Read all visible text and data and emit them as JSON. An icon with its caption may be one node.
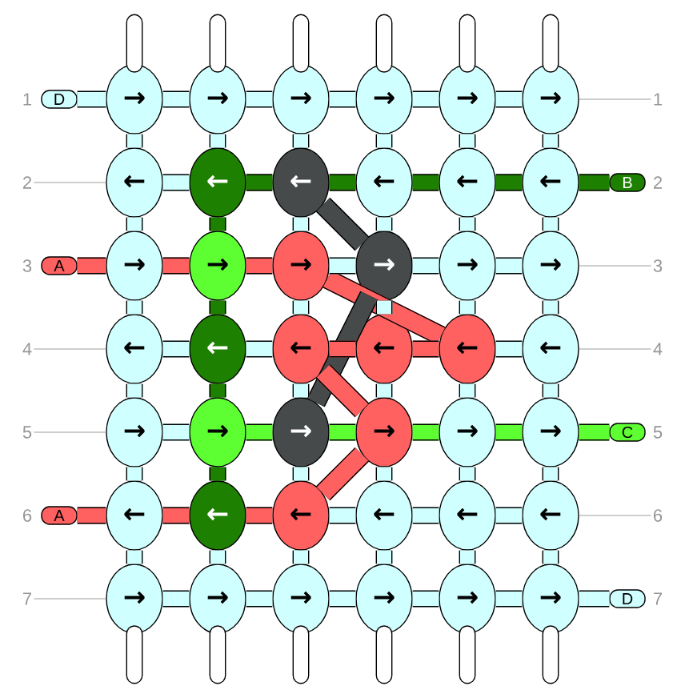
{
  "diagram": {
    "nodes": [
      {
        "text": [
          "D"
        ],
        "beside": [
          "1"
        ]
      },
      {
        "text": [
          "→"
        ]
      },
      {
        "text": [
          "→"
        ]
      },
      {
        "text": [
          "→"
        ]
      },
      {
        "text": [
          "→"
        ]
      },
      {
        "text": [
          "→"
        ]
      },
      {
        "text": [
          "→"
        ]
      },
      {
        "text": [
          "←"
        ]
      },
      {
        "text": [
          "←"
        ]
      },
      {
        "text": [
          "←"
        ]
      },
      {
        "text": [
          "←"
        ]
      },
      {
        "text": [
          "←"
        ]
      },
      {
        "text": [
          "←"
        ]
      },
      {
        "text": [
          "B"
        ],
        "beside": [
          "2"
        ]
      },
      {
        "text": [
          "A"
        ],
        "beside": [
          "3"
        ]
      },
      {
        "text": [
          "→"
        ]
      },
      {
        "text": [
          "→"
        ]
      },
      {
        "text": [
          "→"
        ]
      },
      {
        "text": [
          "→"
        ]
      },
      {
        "text": [
          "→"
        ]
      },
      {
        "text": [
          "→"
        ]
      },
      {
        "text": [
          "←"
        ]
      },
      {
        "text": [
          "←"
        ]
      },
      {
        "text": [
          "←"
        ]
      },
      {
        "text": [
          "←"
        ]
      },
      {
        "text": [
          "←"
        ]
      },
      {
        "text": [
          "←"
        ]
      },
      {
        "text": [
          "→"
        ]
      },
      {
        "text": [
          "→"
        ]
      },
      {
        "text": [
          "→"
        ]
      },
      {
        "text": [
          "→"
        ]
      },
      {
        "text": [
          "→"
        ]
      },
      {
        "text": [
          "→"
        ]
      },
      {
        "text": [
          "C"
        ],
        "beside": [
          "5"
        ]
      },
      {
        "text": [
          "A"
        ],
        "beside": [
          "6"
        ]
      },
      {
        "text": [
          "←"
        ]
      },
      {
        "text": [
          "←"
        ]
      },
      {
        "text": [
          "←"
        ]
      },
      {
        "text": [
          "←"
        ]
      },
      {
        "text": [
          "←"
        ]
      },
      {
        "text": [
          "←"
        ]
      },
      {
        "text": [
          "→"
        ]
      },
      {
        "text": [
          "→"
        ]
      },
      {
        "text": [
          "→"
        ]
      },
      {
        "text": [
          "→"
        ]
      },
      {
        "text": [
          "→"
        ]
      },
      {
        "text": [
          "→"
        ]
      },
      {
        "text": [
          "D"
        ],
        "beside": [
          "7"
        ]
      },
      {
        "text": [
          "1"
        ]
      },
      {
        "text": [
          "2"
        ]
      },
      {
        "text": [
          "3"
        ]
      },
      {
        "text": [
          "4"
        ]
      },
      {
        "text": [
          "4"
        ]
      },
      {
        "text": [
          "5"
        ]
      },
      {
        "text": [
          "6"
        ]
      },
      {
        "text": [
          "7"
        ]
      }
    ],
    "edges": [
      {
        "from": null,
        "to": 1,
        "arrow": "none",
        "color": "#ffffff"
      },
      {
        "from": null,
        "to": 2,
        "arrow": "none",
        "color": "#ffffff"
      },
      {
        "from": null,
        "to": 3,
        "arrow": "none",
        "color": "#ffffff"
      },
      {
        "from": null,
        "to": 4,
        "arrow": "none",
        "color": "#ffffff"
      },
      {
        "from": null,
        "to": 5,
        "arrow": "none",
        "color": "#ffffff"
      },
      {
        "from": null,
        "to": 6,
        "arrow": "none",
        "color": "#ffffff"
      },
      {
        "from": 0,
        "to": 1,
        "arrow": "none"
      },
      {
        "from": 1,
        "to": 2,
        "arrow": "none"
      },
      {
        "from": 2,
        "to": 3,
        "arrow": "none"
      },
      {
        "from": 3,
        "to": 4,
        "arrow": "none"
      },
      {
        "from": 4,
        "to": 5,
        "arrow": "none"
      },
      {
        "from": 5,
        "to": 6,
        "arrow": "none"
      },
      {
        "from": 1,
        "to": 7,
        "arrow": "none"
      },
      {
        "from": 2,
        "to": 8,
        "arrow": "none"
      },
      {
        "from": 3,
        "to": 9,
        "arrow": "none"
      },
      {
        "from": 4,
        "to": 10,
        "arrow": "none"
      },
      {
        "from": 5,
        "to": 11,
        "arrow": "none"
      },
      {
        "from": 6,
        "to": 12,
        "arrow": "none"
      },
      {
        "from": 7,
        "to": 8,
        "arrow": "none"
      },
      {
        "from": 8,
        "to": 9,
        "arrow": "none",
        "color": "#1e8000"
      },
      {
        "from": 9,
        "to": 10,
        "arrow": "none",
        "color": "#1e8000"
      },
      {
        "from": 10,
        "to": 11,
        "arrow": "none",
        "color": "#1e8000"
      },
      {
        "from": 11,
        "to": 12,
        "arrow": "none",
        "color": "#1e8000"
      },
      {
        "from": 12,
        "to": 13,
        "arrow": "none",
        "color": "#1e8000"
      },
      {
        "from": 7,
        "to": 15,
        "arrow": "none"
      },
      {
        "from": 8,
        "to": 16,
        "arrow": "none",
        "color": "#1e8000"
      },
      {
        "from": 9,
        "to": 17,
        "arrow": "none"
      },
      {
        "from": 10,
        "to": 18,
        "arrow": "none"
      },
      {
        "from": 11,
        "to": 19,
        "arrow": "none"
      },
      {
        "from": 12,
        "to": 20,
        "arrow": "none"
      },
      {
        "from": 9,
        "to": 18,
        "arrow": "none",
        "color": "#464a4a"
      },
      {
        "from": 14,
        "to": 15,
        "arrow": "none",
        "color": "#ff6060"
      },
      {
        "from": 15,
        "to": 16,
        "arrow": "none",
        "color": "#ff6060"
      },
      {
        "from": 16,
        "to": 17,
        "arrow": "none",
        "color": "#ff6060"
      },
      {
        "from": 17,
        "to": 18,
        "arrow": "none"
      },
      {
        "from": 18,
        "to": 19,
        "arrow": "none"
      },
      {
        "from": 19,
        "to": 20,
        "arrow": "none"
      },
      {
        "from": 15,
        "to": 21,
        "arrow": "none"
      },
      {
        "from": 16,
        "to": 22,
        "arrow": "none",
        "color": "#1e8000"
      },
      {
        "from": 17,
        "to": 23,
        "arrow": "none"
      },
      {
        "from": 18,
        "to": 24,
        "arrow": "none"
      },
      {
        "from": 19,
        "to": 25,
        "arrow": "none"
      },
      {
        "from": 20,
        "to": 26,
        "arrow": "none"
      },
      {
        "from": 17,
        "to": 25,
        "arrow": "none",
        "color": "#ff6060"
      },
      {
        "from": 18,
        "to": 29,
        "arrow": "none",
        "color": "#464a4a"
      },
      {
        "from": 21,
        "to": 22,
        "arrow": "none"
      },
      {
        "from": 22,
        "to": 23,
        "arrow": "none"
      },
      {
        "from": 23,
        "to": 24,
        "arrow": "none",
        "color": "#ff6060"
      },
      {
        "from": 24,
        "to": 25,
        "arrow": "none",
        "color": "#ff6060"
      },
      {
        "from": 25,
        "to": 26,
        "arrow": "none"
      },
      {
        "from": 21,
        "to": 27,
        "arrow": "none"
      },
      {
        "from": 22,
        "to": 28,
        "arrow": "none",
        "color": "#1e8000"
      },
      {
        "from": 23,
        "to": 29,
        "arrow": "none"
      },
      {
        "from": 24,
        "to": 30,
        "arrow": "none"
      },
      {
        "from": 25,
        "to": 31,
        "arrow": "none"
      },
      {
        "from": 26,
        "to": 32,
        "arrow": "none"
      },
      {
        "from": 23,
        "to": 30,
        "arrow": "none",
        "color": "#ff6060"
      },
      {
        "from": 27,
        "to": 28,
        "arrow": "none"
      },
      {
        "from": 28,
        "to": 29,
        "arrow": "none",
        "color": "#5dff33"
      },
      {
        "from": 29,
        "to": 30,
        "arrow": "none",
        "color": "#5dff33"
      },
      {
        "from": 30,
        "to": 31,
        "arrow": "none",
        "color": "#5dff33"
      },
      {
        "from": 31,
        "to": 32,
        "arrow": "none",
        "color": "#5dff33"
      },
      {
        "from": 32,
        "to": 33,
        "arrow": "none",
        "color": "#5dff33"
      },
      {
        "from": 27,
        "to": 35,
        "arrow": "none"
      },
      {
        "from": 28,
        "to": 36,
        "arrow": "none",
        "color": "#1e8000"
      },
      {
        "from": 29,
        "to": 37,
        "arrow": "none"
      },
      {
        "from": 30,
        "to": 38,
        "arrow": "none"
      },
      {
        "from": 31,
        "to": 39,
        "arrow": "none"
      },
      {
        "from": 32,
        "to": 40,
        "arrow": "none"
      },
      {
        "from": 30,
        "to": 37,
        "arrow": "none",
        "color": "#ff6060"
      },
      {
        "from": 34,
        "to": 35,
        "arrow": "none",
        "color": "#ff6060"
      },
      {
        "from": 35,
        "to": 36,
        "arrow": "none",
        "color": "#ff6060"
      },
      {
        "from": 36,
        "to": 37,
        "arrow": "none",
        "color": "#ff6060"
      },
      {
        "from": 37,
        "to": 38,
        "arrow": "none"
      },
      {
        "from": 38,
        "to": 39,
        "arrow": "none"
      },
      {
        "from": 39,
        "to": 40,
        "arrow": "none"
      },
      {
        "from": 35,
        "to": 41,
        "arrow": "none"
      },
      {
        "from": 36,
        "to": 42,
        "arrow": "none"
      },
      {
        "from": 37,
        "to": 43,
        "arrow": "none"
      },
      {
        "from": 38,
        "to": 44,
        "arrow": "none"
      },
      {
        "from": 39,
        "to": 45,
        "arrow": "none"
      },
      {
        "from": 40,
        "to": 46,
        "arrow": "none"
      },
      {
        "from": 41,
        "to": 42,
        "arrow": "none"
      },
      {
        "from": 42,
        "to": 43,
        "arrow": "none"
      },
      {
        "from": 43,
        "to": 44,
        "arrow": "none"
      },
      {
        "from": 44,
        "to": 45,
        "arrow": "none"
      },
      {
        "from": 45,
        "to": 46,
        "arrow": "none"
      },
      {
        "from": 46,
        "to": 47,
        "arrow": "none"
      },
      {
        "from": 41,
        "to": null,
        "arrow": "none",
        "color": "#ffffff"
      },
      {
        "from": 42,
        "to": null,
        "arrow": "none",
        "color": "#ffffff"
      },
      {
        "from": 43,
        "to": null,
        "arrow": "none",
        "color": "#ffffff"
      },
      {
        "from": 44,
        "to": null,
        "arrow": "none",
        "color": "#ffffff"
      },
      {
        "from": 45,
        "to": null,
        "arrow": "none",
        "color": "#ffffff"
      },
      {
        "from": 46,
        "to": null,
        "arrow": "none",
        "color": "#ffffff"
      },
      {
        "from": 6,
        "to": 48,
        "arrow": "none",
        "color": "#bebebe"
      },
      {
        "from": 49,
        "to": 7,
        "arrow": "none",
        "color": "#bebebe"
      },
      {
        "from": 20,
        "to": 50,
        "arrow": "none",
        "color": "#bebebe"
      },
      {
        "from": 51,
        "to": 21,
        "arrow": "none",
        "color": "#bebebe"
      },
      {
        "from": 26,
        "to": 52,
        "arrow": "none",
        "color": "#bebebe"
      },
      {
        "from": 53,
        "to": 27,
        "arrow": "none",
        "color": "#bebebe"
      },
      {
        "from": 40,
        "to": 54,
        "arrow": "none",
        "color": "#bebebe"
      },
      {
        "from": 55,
        "to": 41,
        "arrow": "none",
        "color": "#bebebe"
      }
    ]
  }
}
